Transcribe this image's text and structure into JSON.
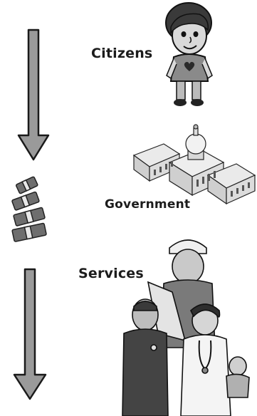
{
  "labels": {
    "citizens": "Citizens",
    "government": "Government",
    "services": "Services"
  },
  "icons": {
    "top_arrow": "down-arrow-icon",
    "money": "money-stack-icon",
    "bottom_arrow": "down-arrow-icon",
    "citizen": "citizen-figure",
    "government": "capitol-building",
    "services": "service-workers-group"
  },
  "colors": {
    "arrow_fill": "#9a9a9a",
    "arrow_stroke": "#1a1a1a",
    "money": "#6e6e6e"
  }
}
